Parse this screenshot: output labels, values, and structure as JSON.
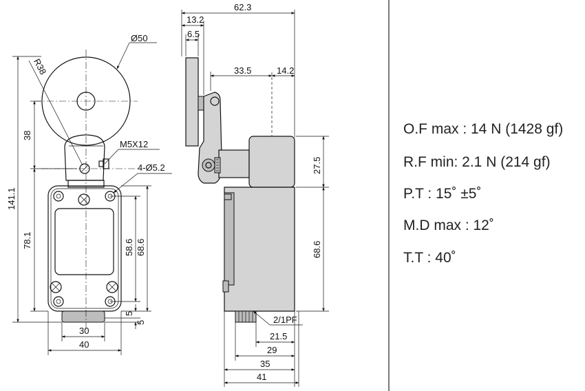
{
  "dimensions": {
    "front": {
      "d50": "Ø50",
      "r38": "R38",
      "m5x12": "M5X12",
      "holes": "4-Ø5.2",
      "h141": "141.1",
      "h38": "38",
      "h78": "78.1",
      "h58": "58.6",
      "h68": "68.6",
      "h5a": "5",
      "h5b": "5",
      "w30": "30",
      "w40": "40"
    },
    "side": {
      "w62": "62.3",
      "w13": "13.2",
      "w6": "6.5",
      "w33": "33.5",
      "w14": "14.2",
      "h27": "27.5",
      "h68": "68.6",
      "pf": "2/1PF",
      "w21": "21.5",
      "w29": "29",
      "w35": "35",
      "w41": "41"
    }
  },
  "specs": [
    "O.F max : 14 N (1428 gf)",
    "R.F min: 2.1 N (214 gf)",
    "P.T : 15˚ ±5˚",
    "M.D max : 12˚",
    "T.T : 40˚"
  ]
}
